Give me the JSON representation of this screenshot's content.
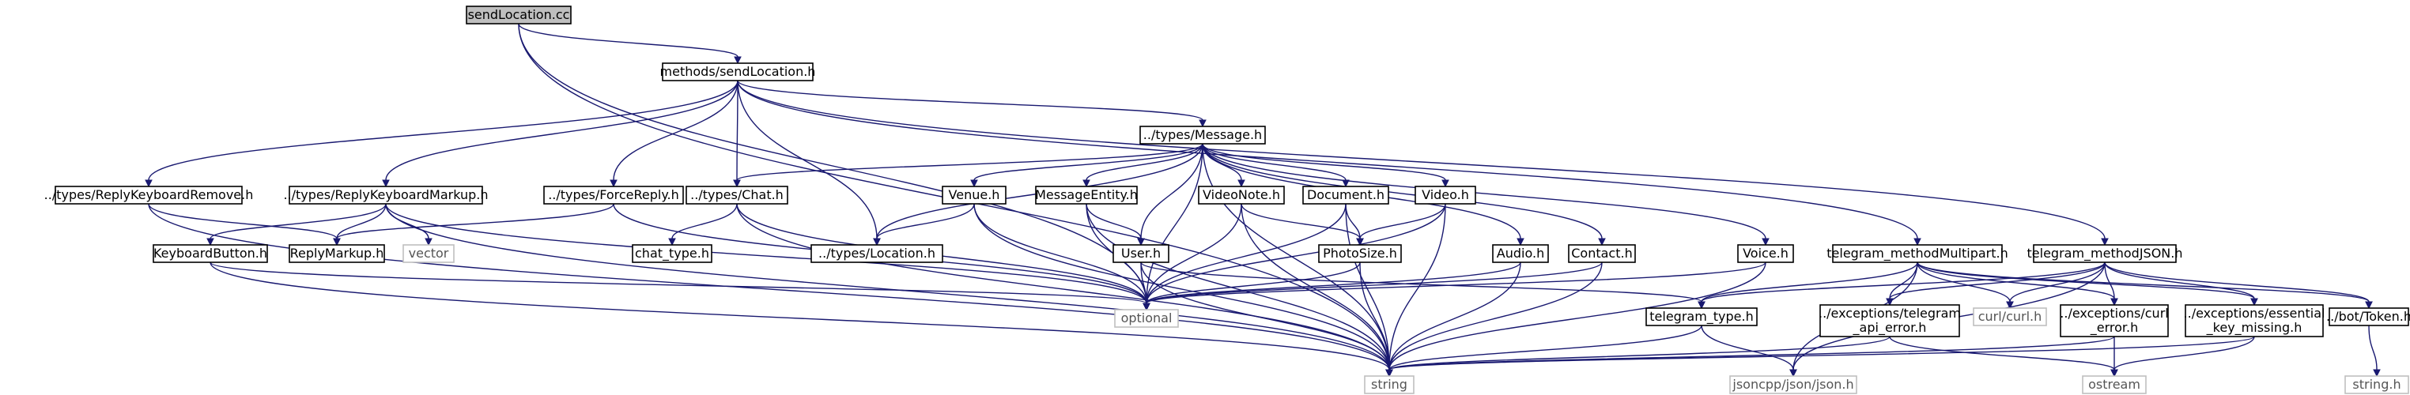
{
  "diagram": {
    "nodes": [
      {
        "id": "root",
        "lines": [
          "sendLocation.cc"
        ],
        "kind": "root"
      },
      {
        "id": "methods_sendLocation",
        "lines": [
          "methods/sendLocation.h"
        ],
        "kind": "file"
      },
      {
        "id": "types_Message",
        "lines": [
          "../types/Message.h"
        ],
        "kind": "file"
      },
      {
        "id": "types_ReplyKeyboardRemove",
        "lines": [
          "../types/ReplyKeyboardRemove.h"
        ],
        "kind": "file"
      },
      {
        "id": "types_ReplyKeyboardMarkup",
        "lines": [
          "../types/ReplyKeyboardMarkup.h"
        ],
        "kind": "file"
      },
      {
        "id": "types_ForceReply",
        "lines": [
          "../types/ForceReply.h"
        ],
        "kind": "file"
      },
      {
        "id": "types_Chat",
        "lines": [
          "../types/Chat.h"
        ],
        "kind": "file"
      },
      {
        "id": "Venue",
        "lines": [
          "Venue.h"
        ],
        "kind": "file"
      },
      {
        "id": "MessageEntity",
        "lines": [
          "MessageEntity.h"
        ],
        "kind": "file"
      },
      {
        "id": "VideoNote",
        "lines": [
          "VideoNote.h"
        ],
        "kind": "file"
      },
      {
        "id": "Document",
        "lines": [
          "Document.h"
        ],
        "kind": "file"
      },
      {
        "id": "Video",
        "lines": [
          "Video.h"
        ],
        "kind": "file"
      },
      {
        "id": "KeyboardButton",
        "lines": [
          "KeyboardButton.h"
        ],
        "kind": "file"
      },
      {
        "id": "ReplyMarkup",
        "lines": [
          "ReplyMarkup.h"
        ],
        "kind": "file"
      },
      {
        "id": "vector",
        "lines": [
          "vector"
        ],
        "kind": "ext"
      },
      {
        "id": "chat_type",
        "lines": [
          "chat_type.h"
        ],
        "kind": "file"
      },
      {
        "id": "types_Location",
        "lines": [
          "../types/Location.h"
        ],
        "kind": "file"
      },
      {
        "id": "User",
        "lines": [
          "User.h"
        ],
        "kind": "file"
      },
      {
        "id": "PhotoSize",
        "lines": [
          "PhotoSize.h"
        ],
        "kind": "file"
      },
      {
        "id": "Audio",
        "lines": [
          "Audio.h"
        ],
        "kind": "file"
      },
      {
        "id": "Contact",
        "lines": [
          "Contact.h"
        ],
        "kind": "file"
      },
      {
        "id": "Voice",
        "lines": [
          "Voice.h"
        ],
        "kind": "file"
      },
      {
        "id": "optional",
        "lines": [
          "optional"
        ],
        "kind": "ext"
      },
      {
        "id": "string",
        "lines": [
          "string"
        ],
        "kind": "ext"
      },
      {
        "id": "telegram_methodMultipart",
        "lines": [
          "telegram_methodMultipart.h"
        ],
        "kind": "file"
      },
      {
        "id": "telegram_methodJSON",
        "lines": [
          "telegram_methodJSON.h"
        ],
        "kind": "file"
      },
      {
        "id": "telegram_type",
        "lines": [
          "telegram_type.h"
        ],
        "kind": "file"
      },
      {
        "id": "exc_telegram_api_error",
        "lines": [
          "../exceptions/telegram",
          "_api_error.h"
        ],
        "kind": "file"
      },
      {
        "id": "curl",
        "lines": [
          "curl/curl.h"
        ],
        "kind": "ext"
      },
      {
        "id": "exc_curl_error",
        "lines": [
          "../exceptions/curl",
          "_error.h"
        ],
        "kind": "file"
      },
      {
        "id": "exc_essential_key_missing",
        "lines": [
          "../exceptions/essential",
          "_key_missing.h"
        ],
        "kind": "file"
      },
      {
        "id": "bot_Token",
        "lines": [
          "../bot/Token.h"
        ],
        "kind": "file"
      },
      {
        "id": "jsoncpp",
        "lines": [
          "jsoncpp/json/json.h"
        ],
        "kind": "ext"
      },
      {
        "id": "ostream",
        "lines": [
          "ostream"
        ],
        "kind": "ext"
      },
      {
        "id": "string_h",
        "lines": [
          "string.h"
        ],
        "kind": "ext"
      }
    ],
    "edges": [
      [
        "root",
        "methods_sendLocation"
      ],
      [
        "root",
        "optional"
      ],
      [
        "root",
        "string"
      ],
      [
        "methods_sendLocation",
        "types_Message"
      ],
      [
        "methods_sendLocation",
        "types_ReplyKeyboardRemove"
      ],
      [
        "methods_sendLocation",
        "types_ReplyKeyboardMarkup"
      ],
      [
        "methods_sendLocation",
        "types_ForceReply"
      ],
      [
        "methods_sendLocation",
        "types_Chat"
      ],
      [
        "methods_sendLocation",
        "types_Location"
      ],
      [
        "methods_sendLocation",
        "telegram_methodMultipart"
      ],
      [
        "methods_sendLocation",
        "telegram_methodJSON"
      ],
      [
        "types_ReplyKeyboardRemove",
        "ReplyMarkup"
      ],
      [
        "types_ReplyKeyboardRemove",
        "string"
      ],
      [
        "types_ReplyKeyboardMarkup",
        "KeyboardButton"
      ],
      [
        "types_ReplyKeyboardMarkup",
        "ReplyMarkup"
      ],
      [
        "types_ReplyKeyboardMarkup",
        "vector"
      ],
      [
        "types_ReplyKeyboardMarkup",
        "optional"
      ],
      [
        "types_ReplyKeyboardMarkup",
        "string"
      ],
      [
        "types_ForceReply",
        "ReplyMarkup"
      ],
      [
        "types_ForceReply",
        "optional"
      ],
      [
        "types_Chat",
        "chat_type"
      ],
      [
        "types_Chat",
        "optional"
      ],
      [
        "types_Chat",
        "string"
      ],
      [
        "KeyboardButton",
        "optional"
      ],
      [
        "KeyboardButton",
        "string"
      ],
      [
        "types_Message",
        "types_Chat"
      ],
      [
        "types_Message",
        "Venue"
      ],
      [
        "types_Message",
        "MessageEntity"
      ],
      [
        "types_Message",
        "VideoNote"
      ],
      [
        "types_Message",
        "Document"
      ],
      [
        "types_Message",
        "Video"
      ],
      [
        "types_Message",
        "Audio"
      ],
      [
        "types_Message",
        "Contact"
      ],
      [
        "types_Message",
        "Voice"
      ],
      [
        "types_Message",
        "types_Location"
      ],
      [
        "types_Message",
        "User"
      ],
      [
        "types_Message",
        "optional"
      ],
      [
        "types_Message",
        "string"
      ],
      [
        "Venue",
        "types_Location"
      ],
      [
        "Venue",
        "optional"
      ],
      [
        "Venue",
        "string"
      ],
      [
        "MessageEntity",
        "User"
      ],
      [
        "MessageEntity",
        "optional"
      ],
      [
        "MessageEntity",
        "string"
      ],
      [
        "User",
        "optional"
      ],
      [
        "User",
        "string"
      ],
      [
        "User",
        "telegram_type"
      ],
      [
        "VideoNote",
        "PhotoSize"
      ],
      [
        "VideoNote",
        "optional"
      ],
      [
        "VideoNote",
        "string"
      ],
      [
        "Document",
        "PhotoSize"
      ],
      [
        "Document",
        "optional"
      ],
      [
        "Document",
        "string"
      ],
      [
        "Video",
        "PhotoSize"
      ],
      [
        "Video",
        "optional"
      ],
      [
        "Video",
        "string"
      ],
      [
        "PhotoSize",
        "optional"
      ],
      [
        "PhotoSize",
        "string"
      ],
      [
        "Audio",
        "optional"
      ],
      [
        "Audio",
        "string"
      ],
      [
        "Contact",
        "optional"
      ],
      [
        "Contact",
        "string"
      ],
      [
        "Voice",
        "optional"
      ],
      [
        "Voice",
        "string"
      ],
      [
        "telegram_type",
        "string"
      ],
      [
        "telegram_type",
        "jsoncpp"
      ],
      [
        "telegram_methodMultipart",
        "telegram_type"
      ],
      [
        "telegram_methodMultipart",
        "exc_telegram_api_error"
      ],
      [
        "telegram_methodMultipart",
        "curl"
      ],
      [
        "telegram_methodMultipart",
        "exc_curl_error"
      ],
      [
        "telegram_methodMultipart",
        "exc_essential_key_missing"
      ],
      [
        "telegram_methodMultipart",
        "bot_Token"
      ],
      [
        "telegram_methodMultipart",
        "jsoncpp"
      ],
      [
        "telegram_methodJSON",
        "telegram_type"
      ],
      [
        "telegram_methodJSON",
        "exc_telegram_api_error"
      ],
      [
        "telegram_methodJSON",
        "curl"
      ],
      [
        "telegram_methodJSON",
        "exc_curl_error"
      ],
      [
        "telegram_methodJSON",
        "exc_essential_key_missing"
      ],
      [
        "telegram_methodJSON",
        "bot_Token"
      ],
      [
        "telegram_methodJSON",
        "jsoncpp"
      ],
      [
        "exc_telegram_api_error",
        "string"
      ],
      [
        "exc_telegram_api_error",
        "ostream"
      ],
      [
        "exc_curl_error",
        "string"
      ],
      [
        "exc_curl_error",
        "ostream"
      ],
      [
        "exc_essential_key_missing",
        "string"
      ],
      [
        "exc_essential_key_missing",
        "ostream"
      ],
      [
        "bot_Token",
        "string_h"
      ]
    ]
  }
}
